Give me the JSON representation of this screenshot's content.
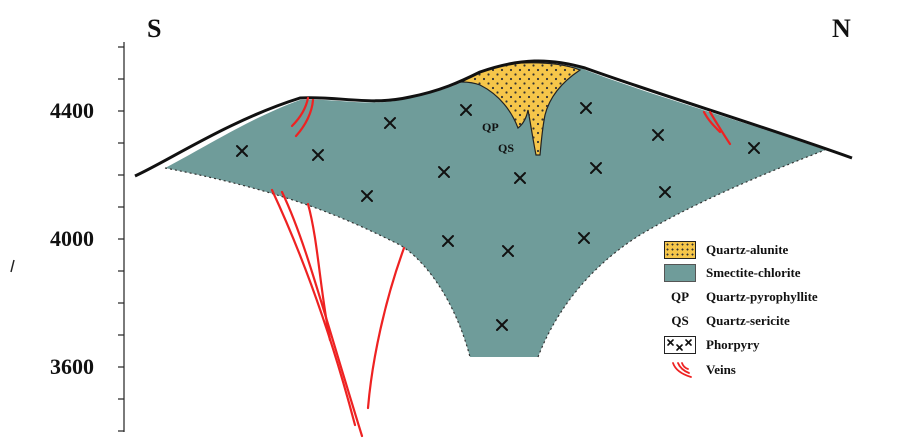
{
  "compass": {
    "south": "S",
    "north": "N"
  },
  "elevation_axis": {
    "ticks": [
      "4400",
      "4000",
      "3600"
    ]
  },
  "section_labels": {
    "qp": "QP",
    "qs": "QS"
  },
  "legend": {
    "items": [
      {
        "key": "",
        "label": "Quartz-alunite"
      },
      {
        "key": "",
        "label": "Smectite-chlorite"
      },
      {
        "key": "QP",
        "label": "Quartz-pyrophyllite"
      },
      {
        "key": "QS",
        "label": "Quartz-sericite"
      },
      {
        "key": "",
        "label": "Phorpyry"
      },
      {
        "key": "",
        "label": "Veins"
      }
    ]
  },
  "colors": {
    "quartz_alunite": "#f6c64a",
    "smectite_chlorite": "#6f9c9a",
    "veins": "#ee2222",
    "surface": "#111111"
  }
}
